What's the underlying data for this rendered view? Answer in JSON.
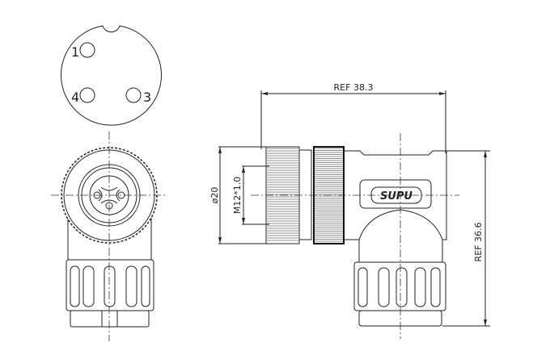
{
  "pin_diagram": {
    "pins": [
      {
        "label": "1"
      },
      {
        "label": "4"
      },
      {
        "label": "3"
      }
    ]
  },
  "dimensions": {
    "width_ref": "REF 38.3",
    "height_ref": "REF 36.6",
    "diameter": "ø20",
    "thread": "M12*1.0"
  },
  "logo": "SUPU",
  "colors": {
    "line": "#222222",
    "background": "#ffffff"
  }
}
